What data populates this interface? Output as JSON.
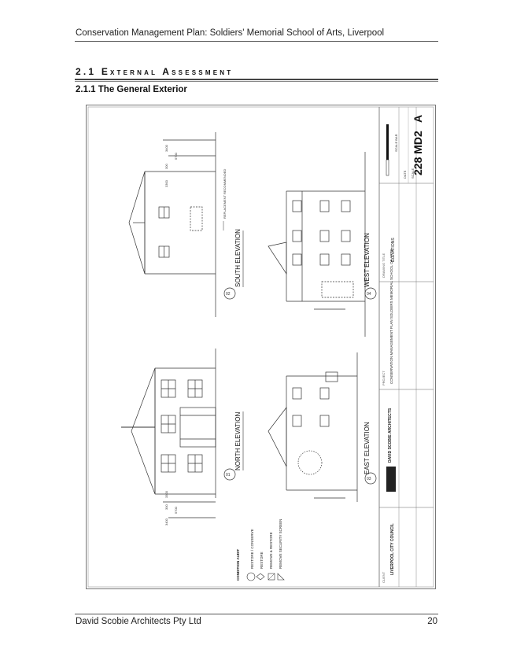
{
  "header": {
    "title": "Conservation Management Plan: Soldiers' Memorial School of Arts, Liverpool"
  },
  "section": {
    "number_title": "2.1 External Assessment",
    "subsection": "2.1.1   The General Exterior"
  },
  "drawing": {
    "elevations": {
      "north": "NORTH ELEVATION",
      "south": "SOUTH ELEVATION",
      "east": "EAST ELEVATION",
      "west": "WEST ELEVATION"
    },
    "tags": {
      "north": "01",
      "south": "02",
      "east": "03",
      "west": "04"
    },
    "note_south": "REPLACEMENT RECOMMENDED",
    "legend": {
      "heading": "CONDITION AUDIT",
      "items": [
        "RESTORE / CONSERVE",
        "RESTORE",
        "REMOVE & RESTORE",
        "REMOVE SECURITY SCREEN"
      ]
    },
    "title_block": {
      "client_label": "CLIENT",
      "client": "LIVERPOOL CITY COUNCIL",
      "firm": "DAVID SCOBIE ARCHITECTS",
      "project_label": "PROJECT",
      "project": "CONSERVATION MANAGEMENT PLAN SOLDIERS MEMORIAL SCHOOL OF ARTS",
      "drawing_label": "DRAWING TITLE",
      "drawing_title": "ELEVATIONS",
      "drawing_no": "228 MD2",
      "revision": "A",
      "scale_label": "SCALE BAR",
      "date_label": "DATE",
      "scale_small": "SCALE"
    }
  },
  "footer": {
    "company": "David Scobie Architects Pty Ltd",
    "page": "20"
  }
}
